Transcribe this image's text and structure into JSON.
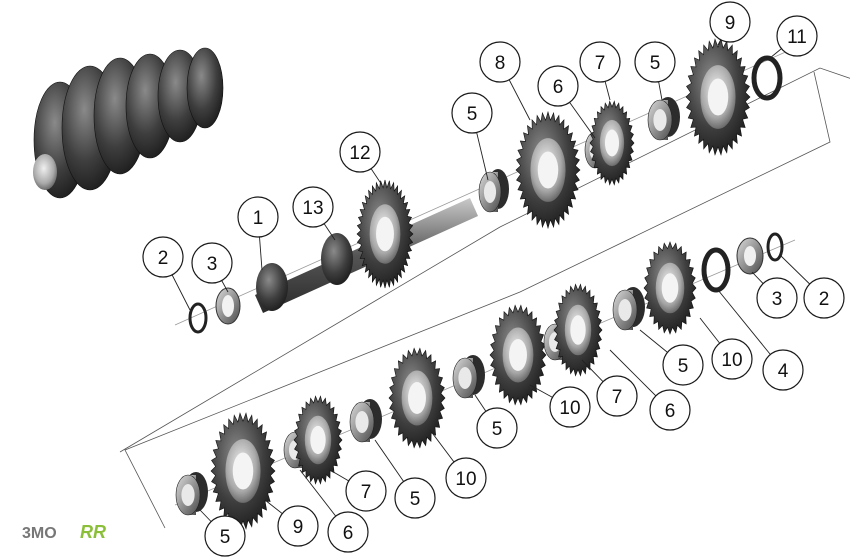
{
  "callouts": [
    {
      "label": "1"
    },
    {
      "label": "2"
    },
    {
      "label": "3"
    },
    {
      "label": "13"
    },
    {
      "label": "12"
    },
    {
      "label": "5"
    },
    {
      "label": "8"
    },
    {
      "label": "6"
    },
    {
      "label": "7"
    },
    {
      "label": "5"
    },
    {
      "label": "9"
    },
    {
      "label": "11"
    },
    {
      "label": "2"
    },
    {
      "label": "3"
    },
    {
      "label": "4"
    },
    {
      "label": "10"
    },
    {
      "label": "5"
    },
    {
      "label": "6"
    },
    {
      "label": "7"
    },
    {
      "label": "10"
    },
    {
      "label": "5"
    },
    {
      "label": "10"
    },
    {
      "label": "5"
    },
    {
      "label": "7"
    },
    {
      "label": "6"
    },
    {
      "label": "9"
    },
    {
      "label": "5"
    }
  ],
  "logos": {
    "left_text": "3MO",
    "right_text": "RR"
  },
  "colors": {
    "metal_dark": "#3a3a3a",
    "metal_mid": "#6e6e6e",
    "metal_light": "#b9b9b9",
    "highlight": "#e6e6e6",
    "logo_orange": "#e68a1a",
    "logo_green": "#8bbf3a"
  }
}
